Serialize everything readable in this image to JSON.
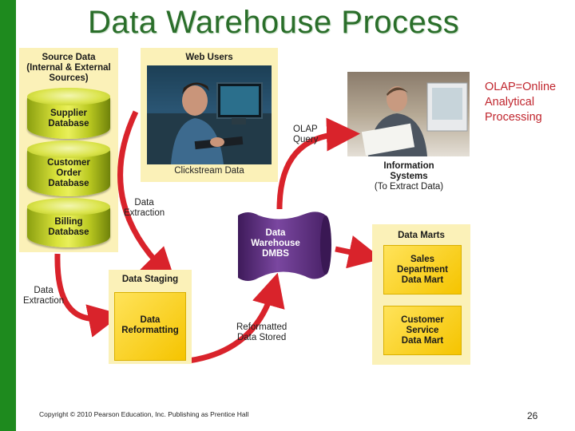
{
  "slide": {
    "title": "Data Warehouse Process",
    "olap_note": [
      "OLAP=Online",
      "Analytical",
      "Processing"
    ],
    "footer": "Copyright © 2010 Pearson Education, Inc. Publishing as Prentice Hall",
    "page_number": "26"
  },
  "colors": {
    "side_bar": "#1e8a1e",
    "title": "#2a6e2a",
    "arrow": "#d9232b",
    "olap_note": "#c0262e",
    "warehouse": "#5b2a7e"
  },
  "diagram": {
    "source_data": {
      "title": [
        "Source Data",
        "(Internal & External",
        "Sources)"
      ],
      "databases": [
        [
          "Supplier",
          "Database"
        ],
        [
          "Customer",
          "Order",
          "Database"
        ],
        [
          "Billing",
          "Database"
        ]
      ]
    },
    "web_users": {
      "title": "Web Users",
      "caption": "Clickstream Data"
    },
    "info_systems": [
      "Information",
      "Systems",
      "(To Extract Data)"
    ],
    "olap_query": [
      "OLAP",
      "Query"
    ],
    "data_extraction_top": [
      "Data",
      "Extraction"
    ],
    "data_extraction_left": [
      "Data",
      "Extraction"
    ],
    "warehouse": [
      "Data",
      "Warehouse",
      "DMBS"
    ],
    "data_marts": {
      "title": "Data Marts",
      "items": [
        [
          "Sales",
          "Department",
          "Data Mart"
        ],
        [
          "Customer",
          "Service",
          "Data Mart"
        ]
      ]
    },
    "data_staging": {
      "title": "Data Staging",
      "box": [
        "Data",
        "Reformatting"
      ]
    },
    "reformatted": [
      "Reformatted",
      "Data Stored"
    ]
  }
}
